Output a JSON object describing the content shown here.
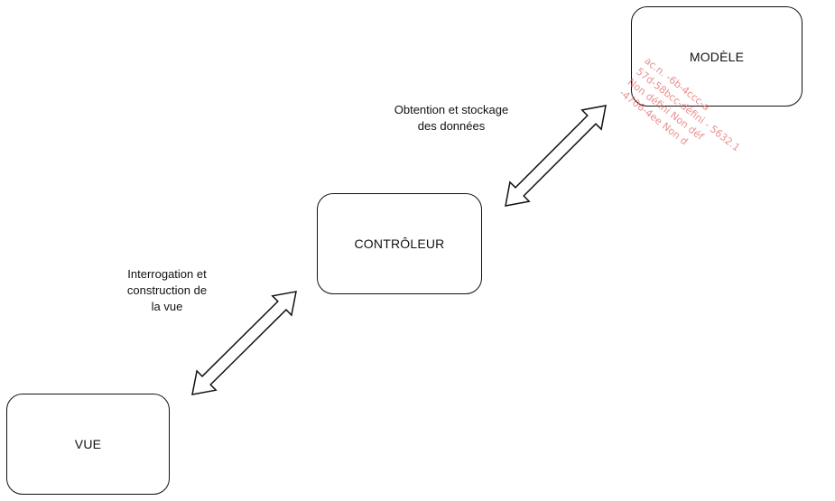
{
  "diagram": {
    "nodes": {
      "modele": {
        "label": "MODÈLE"
      },
      "controleur": {
        "label": "CONTRÔLEUR"
      },
      "vue": {
        "label": "VUE"
      }
    },
    "edges": [
      {
        "from": "controleur",
        "to": "modele",
        "direction": "bidirectional",
        "label": "Obtention et stockage\ndes données"
      },
      {
        "from": "vue",
        "to": "controleur",
        "direction": "bidirectional",
        "label": "Interrogation et\nconstruction de\nla vue"
      }
    ],
    "watermark": {
      "text": "ac.n. -6b-4ccc-a\n57d-58bcc-défini - 5632.1\nNon défini Non déf\n-4706-4ee Non d",
      "color": "#e46a6a"
    },
    "colors": {
      "stroke": "#111111",
      "background": "#ffffff"
    }
  }
}
